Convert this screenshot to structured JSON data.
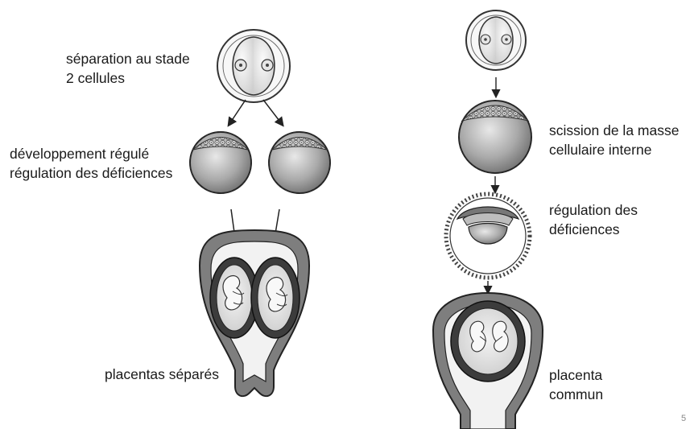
{
  "left_panel": {
    "label_two_cell": [
      "séparation au stade",
      "2 cellules"
    ],
    "label_development": [
      "développement régulé",
      "régulation des déficiences"
    ],
    "label_placenta": "placentas séparés"
  },
  "right_panel": {
    "label_split": [
      "scission de la masse",
      "cellulaire interne"
    ],
    "label_regulation": [
      "régulation des",
      "déficiences"
    ],
    "label_placenta": [
      "placenta",
      "commun"
    ]
  },
  "page_number": "5"
}
